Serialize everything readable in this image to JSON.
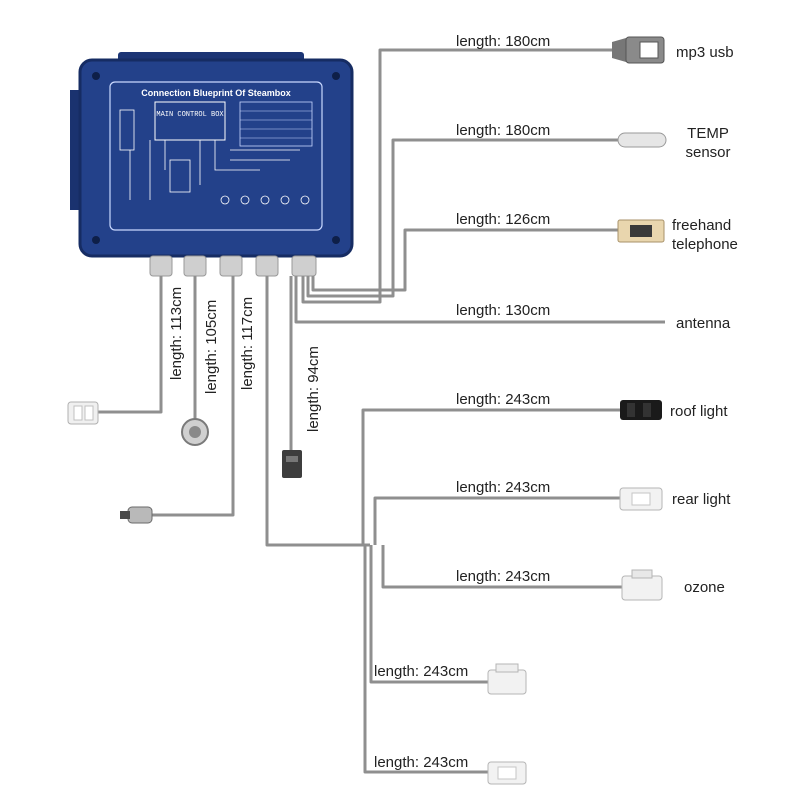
{
  "box": {
    "title": "Connection Blueprint Of Steambox",
    "main_label": "MAIN CONTROL BOX"
  },
  "right_cables": [
    {
      "length": "length: 180cm",
      "device": [
        "mp3 usb"
      ],
      "icon": "usb-plug-icon"
    },
    {
      "length": "length: 180cm",
      "device": [
        "TEMP",
        "sensor"
      ],
      "icon": "temp-sensor-icon"
    },
    {
      "length": "length: 126cm",
      "device": [
        "freehand",
        "telephone"
      ],
      "icon": "phone-jack-icon"
    },
    {
      "length": "length: 130cm",
      "device": [
        "antenna"
      ],
      "icon": "antenna-wire-icon"
    },
    {
      "length": "length: 243cm",
      "device": [
        "roof light"
      ],
      "icon": "black-plug-icon"
    },
    {
      "length": "length: 243cm",
      "device": [
        "rear light"
      ],
      "icon": "white-plug-icon"
    },
    {
      "length": "length: 243cm",
      "device": [
        "ozone"
      ],
      "icon": "ozone-plug-icon"
    },
    {
      "length": "length: 243cm",
      "device": [],
      "icon": "white-plug-icon"
    },
    {
      "length": "length: 243cm",
      "device": [],
      "icon": "white-plug-icon"
    }
  ],
  "down_cables": [
    {
      "length": "length: 113cm",
      "icon": "white-connector-icon"
    },
    {
      "length": "length: 105cm",
      "icon": "round-connector-icon"
    },
    {
      "length": "length: 117cm",
      "icon": "pin-connector-icon"
    },
    {
      "length": "length: 94cm",
      "icon": "black-connector-icon"
    }
  ],
  "colors": {
    "box": "#23418a",
    "box_edge": "#162c63",
    "wire": "#8f8f8f",
    "text": "#222222"
  }
}
